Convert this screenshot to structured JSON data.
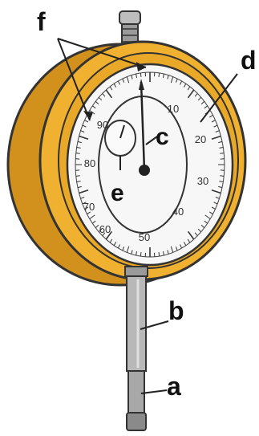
{
  "diagram": {
    "labels": {
      "a": "a",
      "b": "b",
      "c": "c",
      "d": "d",
      "e": "e",
      "f": "f"
    },
    "dial_numbers": [
      "10",
      "20",
      "30",
      "40",
      "50",
      "60",
      "70",
      "80",
      "90"
    ],
    "colors": {
      "bezel": "#f0b030",
      "bezel_shadow": "#d2901c",
      "face": "#f7f7f7",
      "stem": "#b8b8b8",
      "ink": "#222222"
    }
  }
}
